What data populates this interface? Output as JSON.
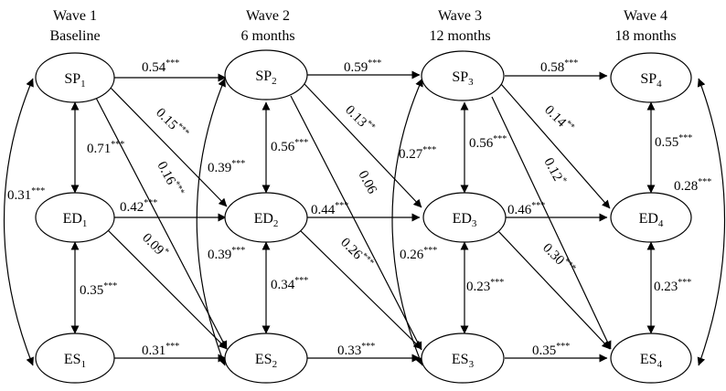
{
  "waves": [
    {
      "title": "Wave 1",
      "subtitle": "Baseline"
    },
    {
      "title": "Wave 2",
      "subtitle": "6 months"
    },
    {
      "title": "Wave 3",
      "subtitle": "12 months"
    },
    {
      "title": "Wave 4",
      "subtitle": "18 months"
    }
  ],
  "nodes": {
    "sp1": {
      "base": "SP",
      "sub": "1"
    },
    "sp2": {
      "base": "SP",
      "sub": "2"
    },
    "sp3": {
      "base": "SP",
      "sub": "3"
    },
    "sp4": {
      "base": "SP",
      "sub": "4"
    },
    "ed1": {
      "base": "ED",
      "sub": "1"
    },
    "ed2": {
      "base": "ED",
      "sub": "2"
    },
    "ed3": {
      "base": "ED",
      "sub": "3"
    },
    "ed4": {
      "base": "ED",
      "sub": "4"
    },
    "es1": {
      "base": "ES",
      "sub": "1"
    },
    "es2": {
      "base": "ES",
      "sub": "2"
    },
    "es3": {
      "base": "ES",
      "sub": "3"
    },
    "es4": {
      "base": "ES",
      "sub": "4"
    }
  },
  "coefficients": {
    "sp1_sp2": {
      "value": "0.54",
      "sig": "***"
    },
    "sp2_sp3": {
      "value": "0.59",
      "sig": "***"
    },
    "sp3_sp4": {
      "value": "0.58",
      "sig": "***"
    },
    "ed1_ed2": {
      "value": "0.42",
      "sig": "***"
    },
    "ed2_ed3": {
      "value": "0.44",
      "sig": "***"
    },
    "ed3_ed4": {
      "value": "0.46",
      "sig": "***"
    },
    "es1_es2": {
      "value": "0.31",
      "sig": "***"
    },
    "es2_es3": {
      "value": "0.33",
      "sig": "***"
    },
    "es3_es4": {
      "value": "0.35",
      "sig": "***"
    },
    "sp1_ed1": {
      "value": "0.71",
      "sig": "***"
    },
    "sp2_ed2": {
      "value": "0.56",
      "sig": "***"
    },
    "sp3_ed3": {
      "value": "0.56",
      "sig": "***"
    },
    "sp4_ed4": {
      "value": "0.55",
      "sig": "***"
    },
    "ed1_es1": {
      "value": "0.35",
      "sig": "***"
    },
    "ed2_es2": {
      "value": "0.34",
      "sig": "***"
    },
    "ed3_es3": {
      "value": "0.23",
      "sig": "***"
    },
    "ed4_es4": {
      "value": "0.23",
      "sig": "***"
    },
    "sp1_ed2": {
      "value": "0.15",
      "sig": "***"
    },
    "sp1_es2": {
      "value": "0.16",
      "sig": "***"
    },
    "ed1_es2": {
      "value": "0.09",
      "sig": "*"
    },
    "sp2_ed3": {
      "value": "0.13",
      "sig": "**"
    },
    "sp2_es3": {
      "value": "0.06",
      "sig": ""
    },
    "ed2_es3": {
      "value": "0.26",
      "sig": "***"
    },
    "sp3_ed4": {
      "value": "0.14",
      "sig": "**"
    },
    "sp3_es4": {
      "value": "0.12",
      "sig": "*"
    },
    "ed3_es4": {
      "value": "0.30",
      "sig": "***"
    },
    "sp1_es1": {
      "value": "0.31",
      "sig": "***"
    },
    "sp2_es2_top": {
      "value": "0.39",
      "sig": "***"
    },
    "sp2_es2_bot": {
      "value": "0.39",
      "sig": "***"
    },
    "sp3_es3_top": {
      "value": "0.27",
      "sig": "***"
    },
    "sp3_es3_bot": {
      "value": "0.26",
      "sig": "***"
    },
    "sp4_es4": {
      "value": "0.28",
      "sig": "***"
    }
  }
}
